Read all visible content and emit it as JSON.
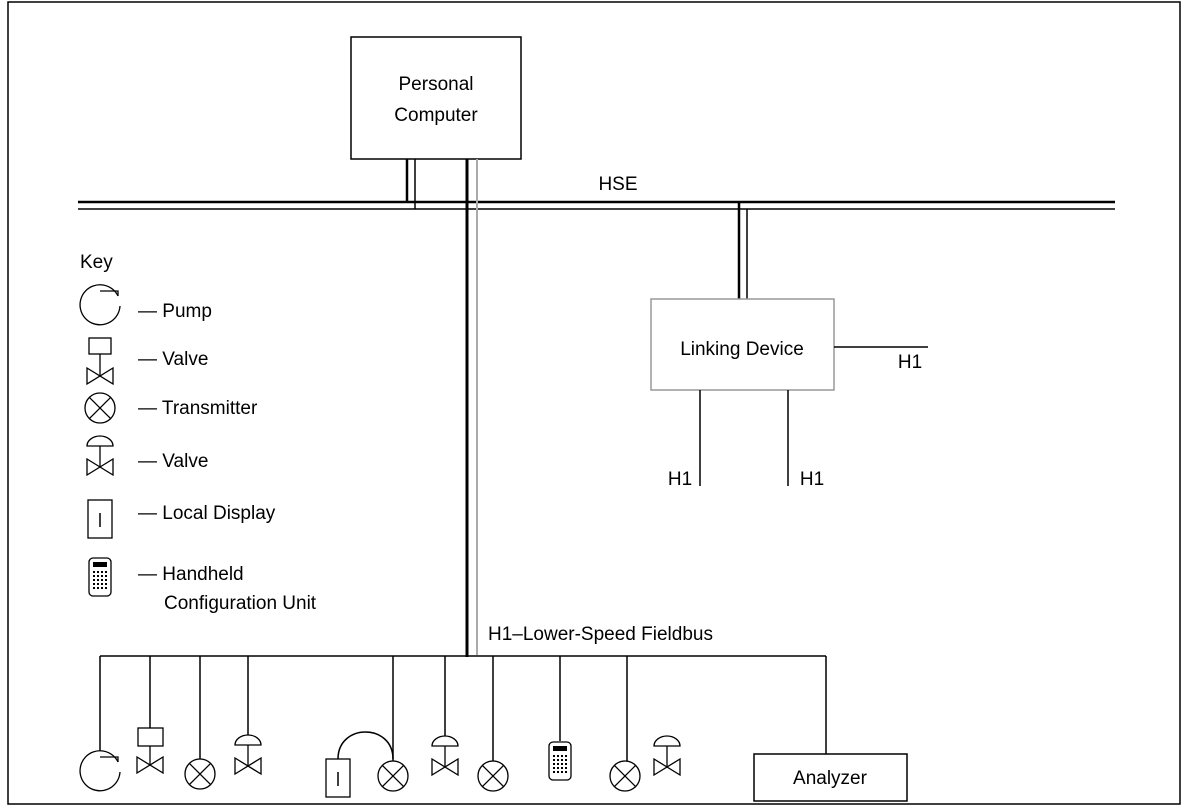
{
  "nodes": {
    "personal_computer": {
      "line1": "Personal",
      "line2": "Computer"
    },
    "linking_device": {
      "label": "Linking Device"
    },
    "analyzer": {
      "label": "Analyzer"
    }
  },
  "networks": {
    "hse": "HSE",
    "h1_right": "H1",
    "h1_bottom_left": "H1",
    "h1_bottom_right": "H1",
    "h1_fieldbus": "H1–Lower-Speed Fieldbus"
  },
  "key": {
    "title": "Key",
    "pump": "— Pump",
    "valve_box": "— Valve",
    "transmitter": "— Transmitter",
    "valve_dome": "— Valve",
    "local_display": "— Local Display",
    "handheld_line1": "— Handheld",
    "handheld_line2": "Configuration Unit"
  },
  "icon_names": [
    "pump-icon",
    "valve-box-icon",
    "transmitter-icon",
    "valve-dome-icon",
    "local-display-icon",
    "handheld-config-unit-icon"
  ]
}
